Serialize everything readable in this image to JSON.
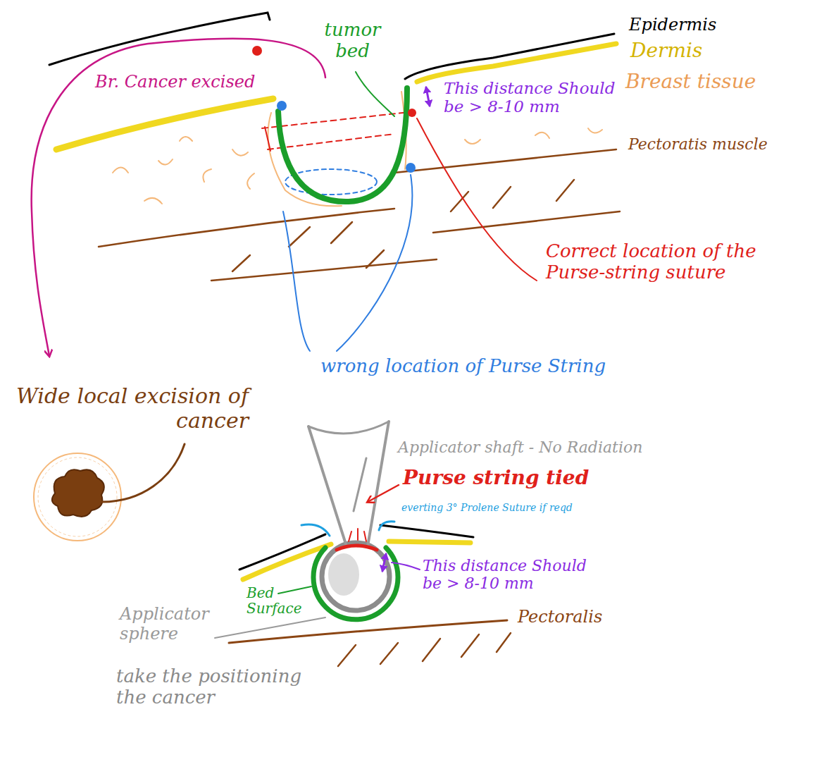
{
  "diagram": {
    "labels": [
      "Br. Cancer excised",
      "tumor bed",
      "Epidermis",
      "Dermis",
      "Breast tissue",
      "This distance Should be > 8-10 mm",
      "Pectoratis muscle",
      "Correct location of the Purse-string suture",
      "wrong location of Purse String",
      "Wide local excision of cancer",
      "Applicator shaft - No Radiation",
      "Purse string tied",
      "everting 3° Prolene Suture if reqd",
      "This distance Should be > 8-10 mm",
      "Bed Surface",
      "Applicator sphere",
      "take the positioning the cancer",
      "Pectoralis"
    ]
  }
}
